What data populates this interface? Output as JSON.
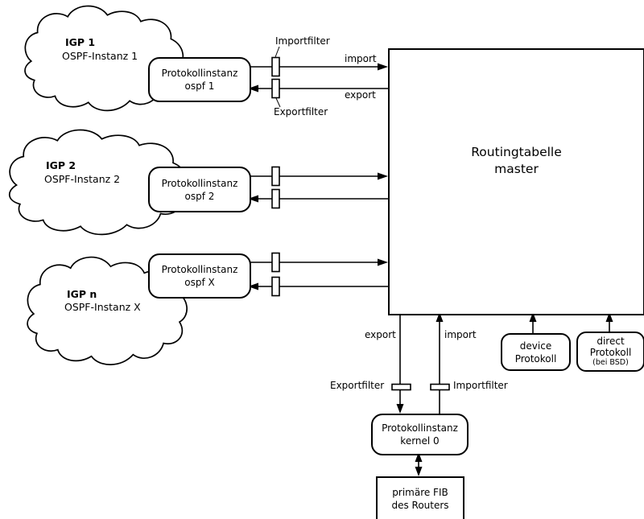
{
  "diagram": {
    "clouds": [
      {
        "title": "IGP 1",
        "subtitle": "OSPF-Instanz 1"
      },
      {
        "title": "IGP 2",
        "subtitle": "OSPF-Instanz 2"
      },
      {
        "title": "IGP n",
        "subtitle": "OSPF-Instanz X"
      }
    ],
    "protocol_instances": [
      {
        "line1": "Protokollinstanz",
        "line2": "ospf 1"
      },
      {
        "line1": "Protokollinstanz",
        "line2": "ospf 2"
      },
      {
        "line1": "Protokollinstanz",
        "line2": "ospf X"
      }
    ],
    "master_table": {
      "line1": "Routingtabelle",
      "line2": "master"
    },
    "top_labels": {
      "importfilter": "Importfilter",
      "exportfilter": "Exportfilter",
      "import": "import",
      "export": "export"
    },
    "bottom_labels": {
      "export": "export",
      "import": "import",
      "exportfilter": "Exportfilter",
      "importfilter": "Importfilter"
    },
    "kernel_instance": {
      "line1": "Protokollinstanz",
      "line2": "kernel 0"
    },
    "fib": {
      "line1": "primäre FIB",
      "line2": "des Routers"
    },
    "device_protocol": {
      "line1": "device",
      "line2": "Protokoll"
    },
    "direct_protocol": {
      "line1": "direct",
      "line2": "Protokoll",
      "line3": "(bei BSD)"
    },
    "colors": {
      "stroke": "#000000",
      "background": "#ffffff"
    }
  }
}
